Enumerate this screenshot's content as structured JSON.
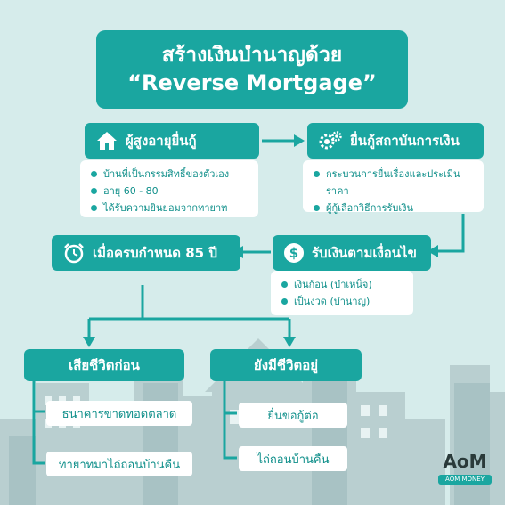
{
  "title": {
    "line1": "สร้างเงินบำนาญด้วย",
    "line2": "“Reverse Mortgage”"
  },
  "steps": {
    "step1": {
      "label": "ผู้สูงอายุยื่นกู้",
      "icon": "house-icon",
      "items": [
        "บ้านที่เป็นกรรมสิทธิ์ของตัวเอง",
        "อายุ 60 - 80",
        "ได้รับความยินยอมจากทายาท"
      ]
    },
    "step2": {
      "label": "ยื่นกู้สถาบันการเงิน",
      "icon": "gears-icon",
      "items": [
        "กระบวนการยื่นเรื่องและประเมินราคา",
        "ผู้กู้เลือกวิธีการรับเงิน"
      ]
    },
    "step3": {
      "label": "รับเงินตามเงื่อนไข",
      "icon": "dollar-icon",
      "items": [
        "เงินก้อน (บำเหน็จ)",
        "เป็นงวด (บำนาญ)"
      ]
    },
    "step4": {
      "label": "เมื่อครบกำหนด 85 ปี",
      "icon": "alarm-clock-icon"
    }
  },
  "branches": {
    "left": {
      "label": "เสียชีวิตก่อน",
      "options": [
        "ธนาคารขาดทอดตลาด",
        "ทายาทมาไถ่ถอนบ้านคืน"
      ]
    },
    "right": {
      "label": "ยังมีชีวิตอยู่",
      "options": [
        "ยื่นขอกู้ต่อ",
        "ไถ่ถอนบ้านคืน"
      ]
    }
  },
  "logo": {
    "mark": "AoM",
    "text": "AOM MONEY",
    "accent": "#f5c518"
  },
  "colors": {
    "teal": "#1aa6a0",
    "background": "#d6eceb"
  }
}
